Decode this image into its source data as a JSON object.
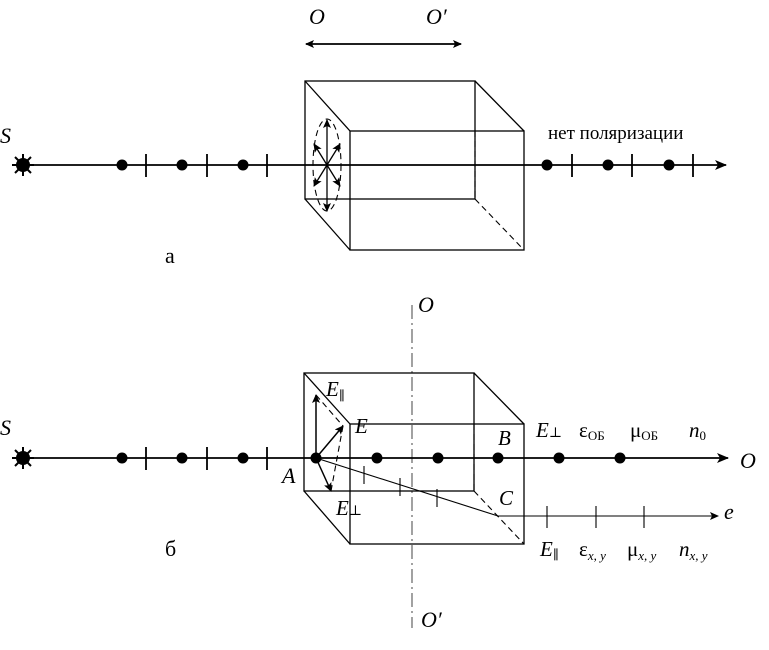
{
  "part_a": {
    "label": "а",
    "source": "S",
    "axis_left_label": "O",
    "axis_right_label": "O′",
    "output_label": "нет поляризации"
  },
  "part_b": {
    "label": "б",
    "source": "S",
    "optic_axis_top": "O",
    "optic_axis_bottom": "O′",
    "E_parallel": "E",
    "E_parallel_sub": "∥",
    "E": "E",
    "E_perp": "E",
    "E_perp_sub": "⊥",
    "point_A": "A",
    "point_B": "B",
    "point_C": "C",
    "ordinary_ray": "O",
    "extraordinary_ray": "e",
    "ordinary_labels": {
      "E": "E",
      "E_sub": "⊥",
      "eps": "ε",
      "eps_sub": "ОБ",
      "mu": "μ",
      "mu_sub": "ОБ",
      "n": "n",
      "n_sub": "0"
    },
    "extraordinary_labels": {
      "E": "E",
      "E_sub": "∥",
      "eps": "ε",
      "eps_sub": "x, y",
      "mu": "μ",
      "mu_sub": "x, y",
      "n": "n",
      "n_sub": "x, y"
    }
  }
}
